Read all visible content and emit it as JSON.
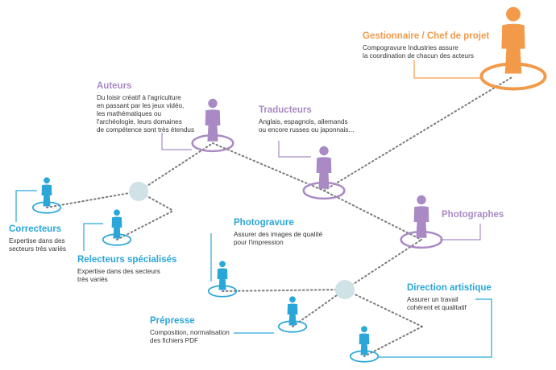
{
  "colors": {
    "orange": "#f29a4a",
    "purple": "#a98ac4",
    "blue": "#2aa6d9",
    "dots": "#7a7a7a",
    "hub": "#cfe2e6"
  },
  "icon": "person-icon",
  "roles": {
    "gestionnaire": {
      "title": "Gestionnaire / Chef de projet",
      "desc": [
        "Compogravure Industries assure",
        "la coordination de chacun des acteurs"
      ]
    },
    "auteurs": {
      "title": "Auteurs",
      "desc": [
        "Du loisir créatif à l'agriculture",
        "en passant par les jeux vidéo,",
        "les mathématiques ou",
        "l'archéologie, leurs domaines",
        "de compétence sont très étendus"
      ]
    },
    "traducteurs": {
      "title": "Traducteurs",
      "desc": [
        "Anglais, espagnols, allemands",
        "ou encore russes ou japonnais..."
      ]
    },
    "photographes": {
      "title": "Photographes"
    },
    "correcteurs": {
      "title": "Correcteurs",
      "desc": [
        "Expertise dans des",
        "secteurs très variés"
      ]
    },
    "relecteurs": {
      "title": "Relecteurs spécialisés",
      "desc": [
        "Expertise dans des secteurs",
        "très variés"
      ]
    },
    "photogravure": {
      "title": "Photogravure",
      "desc": [
        "Assurer des images de qualité",
        "pour l'impression"
      ]
    },
    "direction": {
      "title": "Direction artistique",
      "desc": [
        "Assurer un travail",
        "cohérent et qualitatif"
      ]
    },
    "prepresse": {
      "title": "Prépresse",
      "desc": [
        "Composition, normalisation",
        "des fichiers PDF"
      ]
    }
  }
}
